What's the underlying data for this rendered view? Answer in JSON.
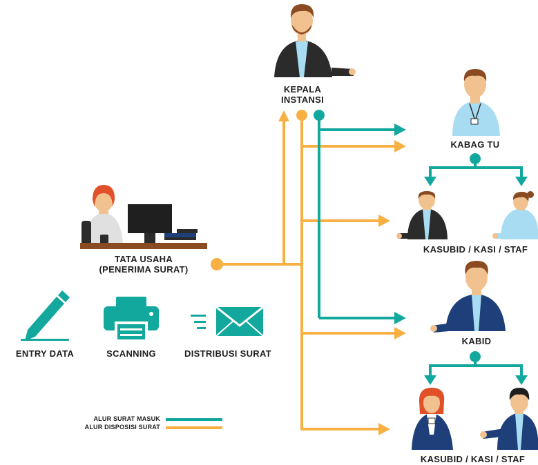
{
  "nodes": {
    "kepala_instansi": {
      "line1": "KEPALA",
      "line2": "INSTANSI"
    },
    "tata_usaha": {
      "line1": "TATA USAHA",
      "line2": "(PENERIMA SURAT)"
    },
    "kabag_tu": {
      "label": "KABAG TU"
    },
    "kasubid_top": {
      "label": "KASUBID / KASI / STAF"
    },
    "kabid": {
      "label": "KABID"
    },
    "kasubid_bottom": {
      "label": "KASUBID / KASI / STAF"
    }
  },
  "processes": {
    "entry": {
      "label": "ENTRY DATA",
      "icon": "pen-icon"
    },
    "scanning": {
      "label": "SCANNING",
      "icon": "printer-icon"
    },
    "distribusi": {
      "label": "DISTRIBUSI SURAT",
      "icon": "envelope-icon"
    }
  },
  "legend": {
    "masuk": {
      "label": "ALUR SURAT MASUK",
      "color": "#13a89e"
    },
    "disposisi": {
      "label": "ALUR DISPOSISI SURAT",
      "color": "#f9b042"
    }
  },
  "colors": {
    "teal": "#13a89e",
    "orange": "#f9b042",
    "navy": "#1e3f7a",
    "dark": "#2b2b2b",
    "skin": "#f1c18f",
    "hair_brown": "#8a4b22",
    "hair_red": "#e2502a",
    "light_blue": "#a8dcf2"
  }
}
